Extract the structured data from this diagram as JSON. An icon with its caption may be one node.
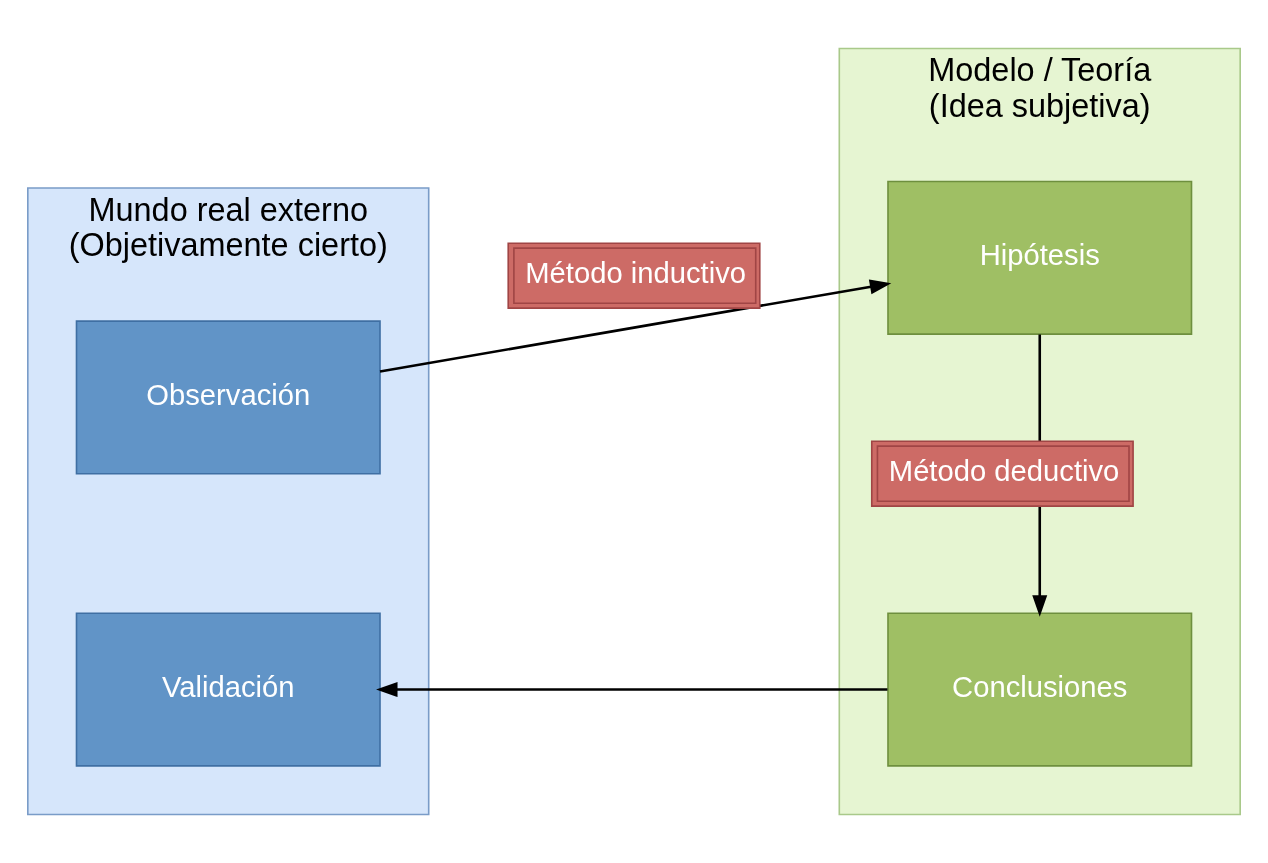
{
  "diagram": {
    "nodes": [
      {
        "text": [
          "Mundo real externo",
          "(Objetivamente cierto)"
        ]
      },
      {
        "text": [
          "Observación"
        ],
        "in": 0
      },
      {
        "text": [
          "Validación"
        ],
        "in": 0
      },
      {
        "text": [
          "Modelo / Teoría",
          "(Idea subjetiva)"
        ]
      },
      {
        "text": [
          "Hipótesis"
        ],
        "in": 3
      },
      {
        "text": [
          "Conclusiones"
        ],
        "in": 3
      }
    ],
    "edges": [
      {
        "from": 1,
        "to": 4,
        "arrow": "to",
        "label": "Método inductivo"
      },
      {
        "from": 4,
        "to": 5,
        "arrow": "to",
        "label": "Método deductivo"
      },
      {
        "from": 5,
        "to": 2,
        "arrow": "to"
      }
    ]
  }
}
